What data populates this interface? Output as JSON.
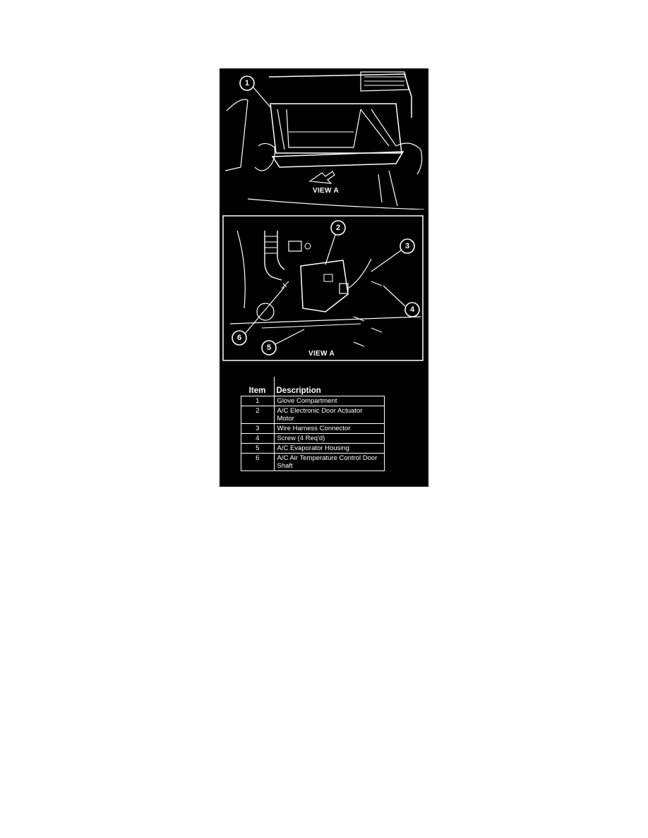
{
  "diagram": {
    "view_a_top_label": "VIEW A",
    "view_a_inset_label": "VIEW A",
    "callouts": [
      "1",
      "2",
      "3",
      "4",
      "5",
      "6"
    ]
  },
  "table": {
    "header_item": "Item",
    "header_description": "Description",
    "rows": [
      {
        "item": "1",
        "description": "Glove Compartment"
      },
      {
        "item": "2",
        "description": "A/C Electronic Door Actuator Motor"
      },
      {
        "item": "3",
        "description": "Wire Harness Connector"
      },
      {
        "item": "4",
        "description": "Screw (4 Req'd)"
      },
      {
        "item": "5",
        "description": "A/C Evaporator Housing"
      },
      {
        "item": "6",
        "description": "A/C Air Temperature Control Door Shaft"
      }
    ]
  }
}
